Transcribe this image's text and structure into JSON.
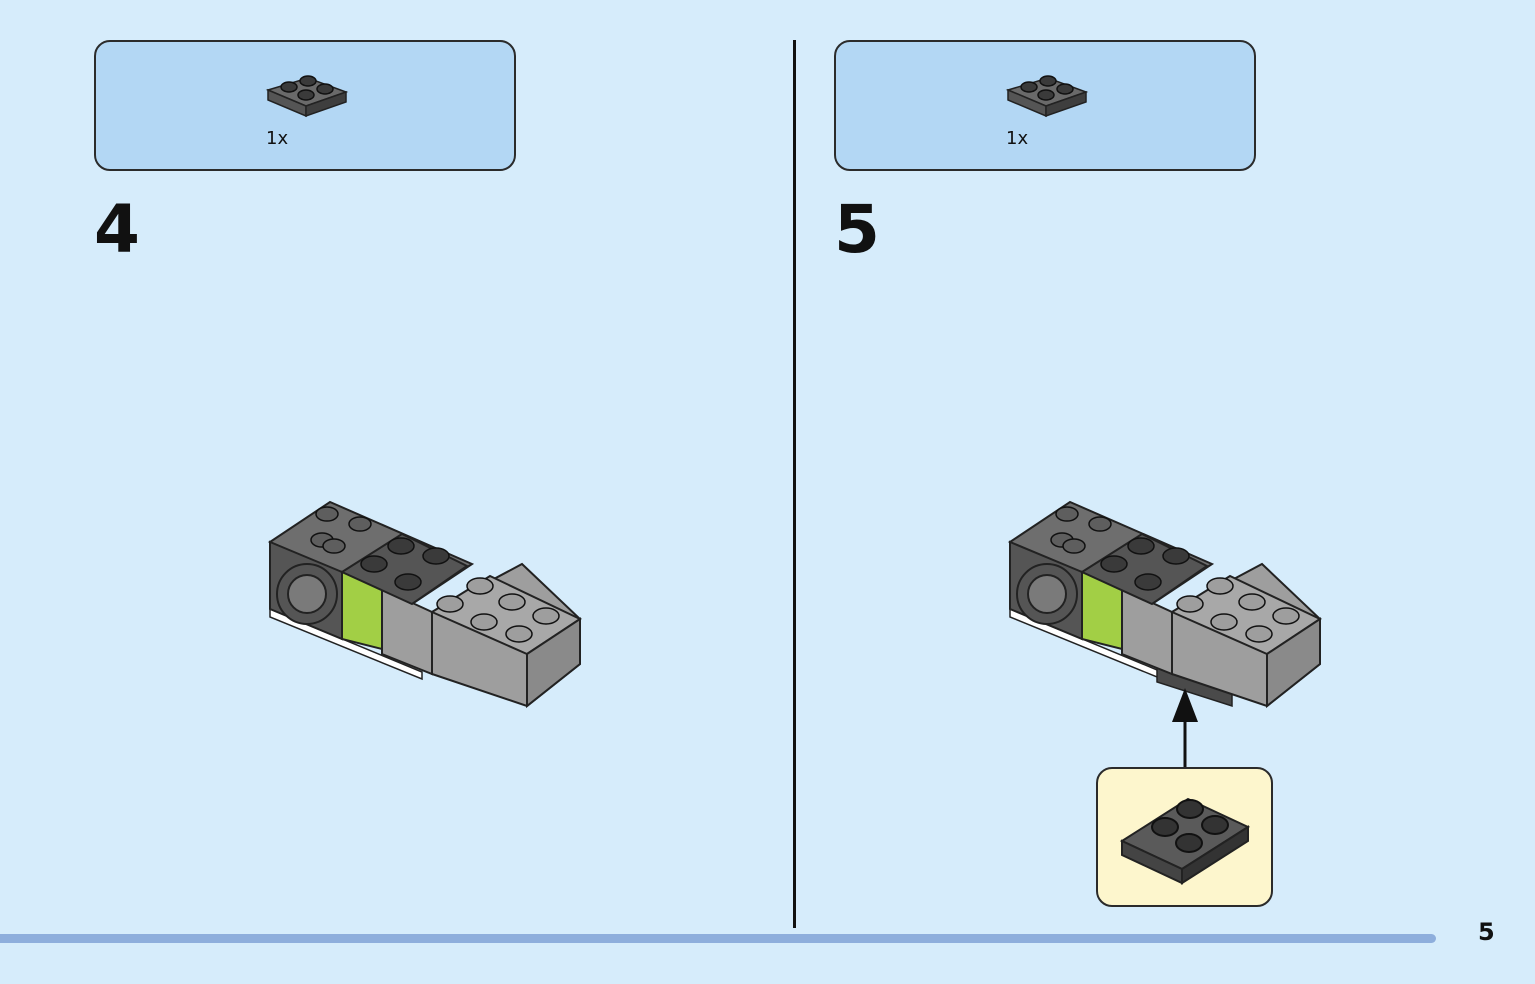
{
  "steps": [
    {
      "number": "4",
      "parts": [
        {
          "quantity": "1x",
          "part_icon": "dark-gray-2x2-plate-icon"
        }
      ]
    },
    {
      "number": "5",
      "parts": [
        {
          "quantity": "1x",
          "part_icon": "dark-gray-2x2-plate-icon"
        }
      ]
    }
  ],
  "page": {
    "number": "5"
  },
  "colors": {
    "background": "#d6ecfb",
    "parts_box": "#b3d7f4",
    "callout_box": "#fdf6cd",
    "dark_bluish_gray": "#555555",
    "light_bluish_gray": "#9e9e9e",
    "lime": "#a2cf45",
    "white": "#ffffff",
    "progress": "#8eaedc"
  }
}
